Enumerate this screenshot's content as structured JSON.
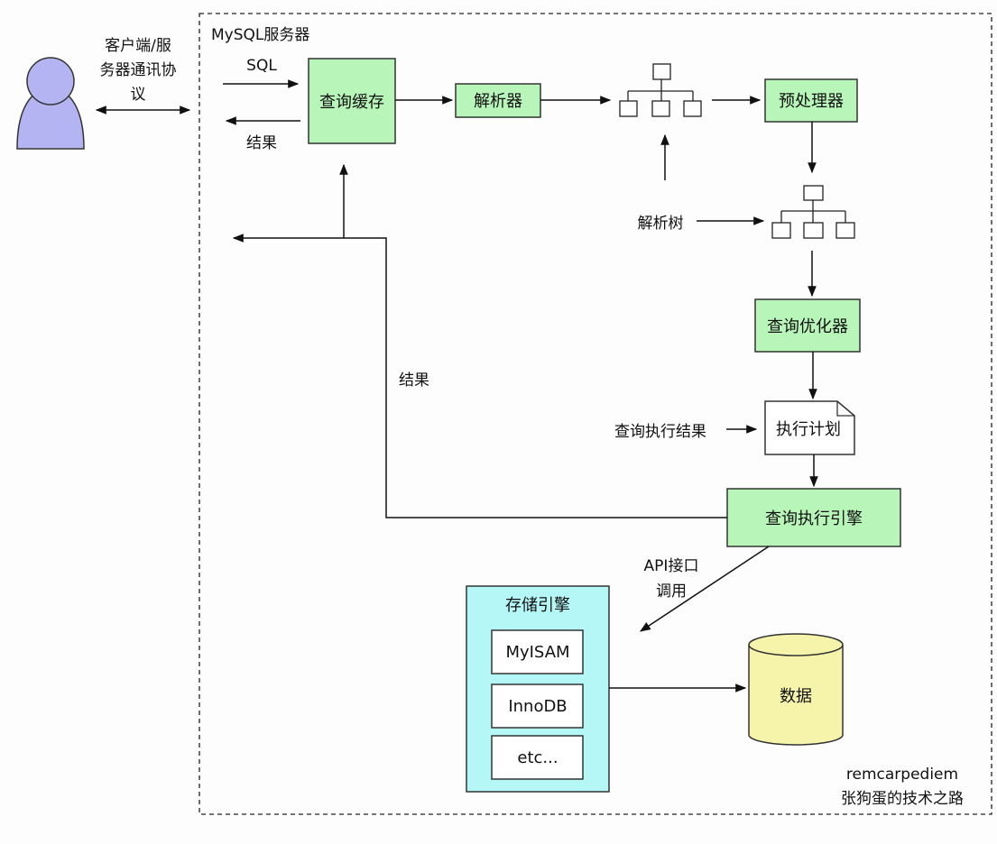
{
  "diagram": {
    "container_title": "MySQL服务器",
    "client_protocol_label": [
      "客户端/服",
      "务器通讯协",
      "议"
    ],
    "sql_label": "SQL",
    "result_label_top": "结果",
    "result_label_left": "结果",
    "nodes": {
      "query_cache": "查询缓存",
      "parser": "解析器",
      "preprocessor": "预处理器",
      "optimizer": "查询优化器",
      "execution_plan": "执行计划",
      "execution_engine": "查询执行引擎",
      "storage_engine": "存储引擎",
      "engines": [
        "MyISAM",
        "InnoDB",
        "etc..."
      ],
      "data": "数据"
    },
    "parse_tree_label": "解析树",
    "exec_result_label": "查询执行结果",
    "api_label": [
      "API接口",
      "调用"
    ],
    "watermark": [
      "remcarpediem",
      "张狗蛋的技术之路"
    ],
    "colors": {
      "process_green": "#b8f5b8",
      "storage_cyan": "#b5f6f7",
      "data_yellow": "#f6f3aa",
      "user_purple": "#b4b4f2"
    }
  }
}
